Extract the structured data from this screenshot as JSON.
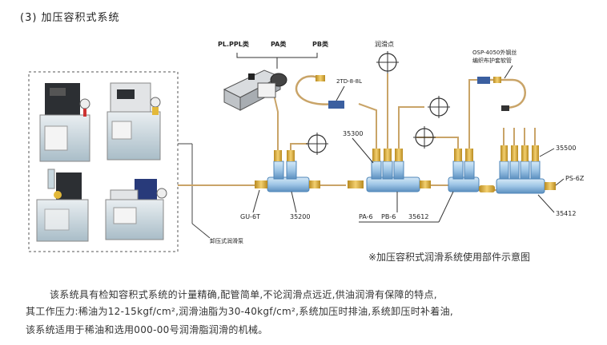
{
  "title": "(3) 加压容积式系统",
  "caption": "※加压容积式润滑系统使用部件示意图",
  "description": {
    "line1": "该系统具有检知容积式系统的计量精确,配管简单,不论润滑点远近,供油润滑有保障的特点,",
    "line2": "其工作压力:稀油为12-15kgf/cm²,润滑油脂为30-40kgf/cm²,系统加压时排油,系统卸压时补着油,",
    "line3": "该系统适用于稀油和选用000-00号润滑脂润滑的机械。"
  },
  "labels": {
    "pump": "卸压式润滑泵",
    "pl_ppl": "PL.PPL类",
    "pa": "PA类",
    "pb": "PB类",
    "lube_point": "润滑点",
    "osp_line1": "OSP-4050外钢丝",
    "osp_line2": "编织布护套软管",
    "td": "2TD-8-8L",
    "n35300": "35300",
    "n35500": "35500",
    "ps6z": "PS-6Z",
    "gu6t": "GU-6T",
    "n35200": "35200",
    "pa6": "PA-6",
    "pb6": "PB-6",
    "n35612": "35612",
    "n35412": "35412"
  },
  "colors": {
    "pipe": "#c9a468",
    "fitting": "#e3b93a",
    "block": "#9fc6e6",
    "block_dark": "#4f86b8",
    "dark": "#333333"
  }
}
